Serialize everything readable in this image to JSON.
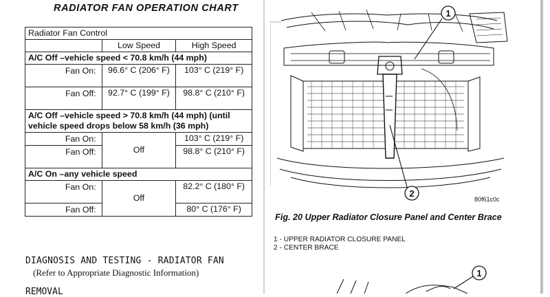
{
  "title": "RADIATOR FAN OPERATION CHART",
  "table": {
    "caption": "Radiator Fan Control",
    "col_low": "Low Speed",
    "col_high": "High Speed",
    "sections": [
      {
        "heading": "A/C Off –vehicle speed < 70.8 km/h (44 mph)",
        "fan_on_label": "Fan On:",
        "fan_on_low": "96.6° C (206° F)",
        "fan_on_high": "103° C (219° F)",
        "fan_off_label": "Fan Off:",
        "fan_off_low": "92.7° C (199° F)",
        "fan_off_high": "98.8° C (210° F)"
      },
      {
        "heading": "A/C Off –vehicle speed > 70.8 km/h (44 mph) (until vehicle speed drops below 58 km/h (36 mph)",
        "fan_on_label": "Fan On:",
        "fan_off_label": "Fan Off:",
        "low": "Off",
        "fan_on_high": "103° C (219° F)",
        "fan_off_high": "98.8° C (210° F)"
      },
      {
        "heading": "A/C On –any vehicle speed",
        "fan_on_label": "Fan On:",
        "fan_off_label": "Fan Off:",
        "low": "Off",
        "fan_on_high": "82.2° C (180° F)",
        "fan_off_high": "80° C (176° F)"
      }
    ]
  },
  "diagnosis": {
    "heading": "DIAGNOSIS AND TESTING - RADIATOR FAN",
    "sub": "(Refer to Appropriate Diagnostic Information)",
    "next_heading": "REMOVAL"
  },
  "figure": {
    "caption": "Fig. 20 Upper Radiator Closure Panel and Center Brace",
    "callout_1": "1",
    "callout_2": "2",
    "code": "80f61c0c",
    "legend": [
      "1 - UPPER RADIATOR CLOSURE PANEL",
      "2 - CENTER BRACE"
    ],
    "next_callout": "1"
  }
}
